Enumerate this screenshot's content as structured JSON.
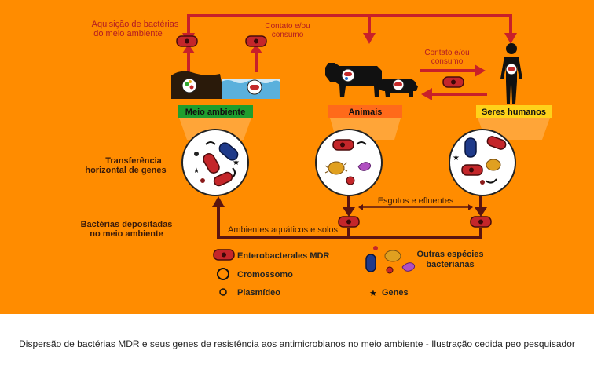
{
  "labels": {
    "acquisition_l1": "Aquisição de bactérias",
    "acquisition_l2": "do meio ambiente",
    "contact_top_l1": "Contato e/ou",
    "contact_top_l2": "consumo",
    "contact_right_l1": "Contato e/ou",
    "contact_right_l2": "consumo",
    "hgt_l1": "Transferência",
    "hgt_l2": "horizontal de genes",
    "deposited_l1": "Bactérias depositadas",
    "deposited_l2": "no meio ambiente",
    "sewage": "Esgotos e efluentes",
    "aquatic": "Ambientes aquáticos e solos"
  },
  "boxes": {
    "environment": "Meio ambiente",
    "animals": "Animais",
    "humans": "Seres humanos"
  },
  "legend": {
    "mdr": "Enterobacterales MDR",
    "chromosome": "Cromossomo",
    "plasmid": "Plasmídeo",
    "genes": "Genes",
    "others_l1": "Outras espécies",
    "others_l2": "bacterianas"
  },
  "caption": "Dispersão de bactérias MDR e seus genes de resistência aos antimicrobianos no meio ambiente - Ilustração cedida peo pesquisador",
  "colors": {
    "background": "#ff8c00",
    "arrow": "#c8202a",
    "dark_arrow": "#5a1410",
    "box_environment": "#1e9e2e",
    "box_animals": "#ff6a1a",
    "box_humans": "#ffd21a",
    "mdr_bacteria": "#d42a2a"
  }
}
